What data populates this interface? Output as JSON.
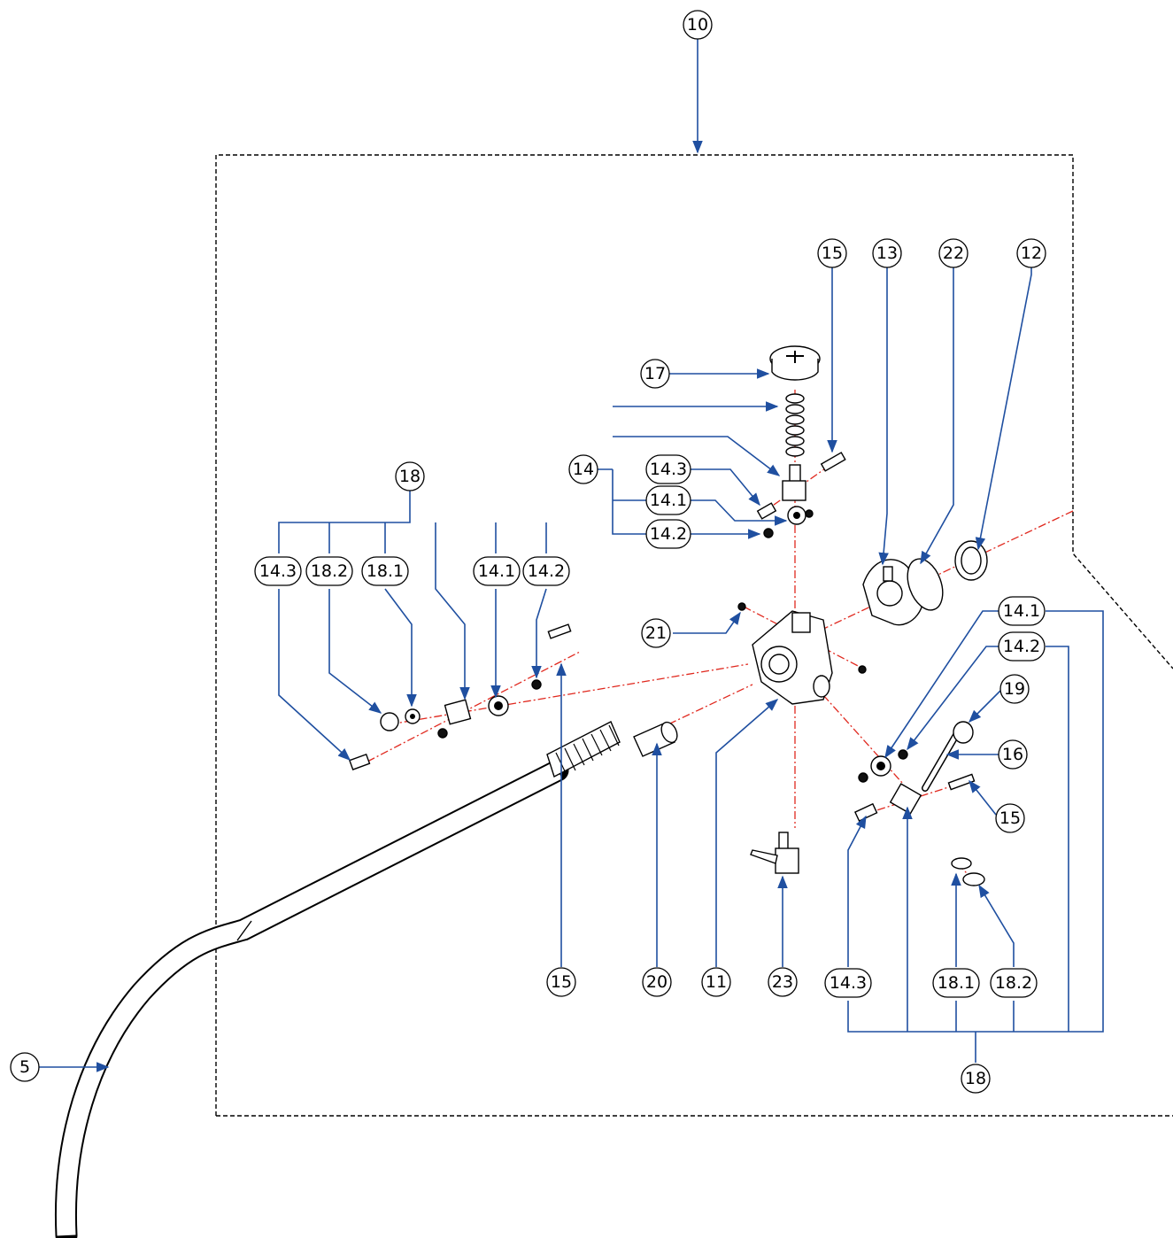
{
  "diagram": {
    "callouts": {
      "c10": "10",
      "c15_top": "15",
      "c13": "13",
      "c22": "22",
      "c12": "12",
      "c17": "17",
      "c14": "14",
      "c14_3_top": "14.3",
      "c14_1_top": "14.1",
      "c14_2_top": "14.2",
      "c18_left": "18",
      "c14_3_left": "14.3",
      "c18_2_left": "18.2",
      "c18_1_left": "18.1",
      "c14_1_left": "14.1",
      "c14_2_left": "14.2",
      "c21": "21",
      "c14_1_right": "14.1",
      "c14_2_right": "14.2",
      "c19": "19",
      "c16": "16",
      "c15_right": "15",
      "c15_bottom": "15",
      "c20": "20",
      "c11": "11",
      "c23": "23",
      "c14_3_bottom": "14.3",
      "c18_1_bottom": "18.1",
      "c18_2_bottom": "18.2",
      "c18_bottom": "18",
      "c5": "5"
    },
    "colors": {
      "leader": "#1f4fa0",
      "centerline": "#e0281e",
      "outline": "#000000"
    }
  }
}
